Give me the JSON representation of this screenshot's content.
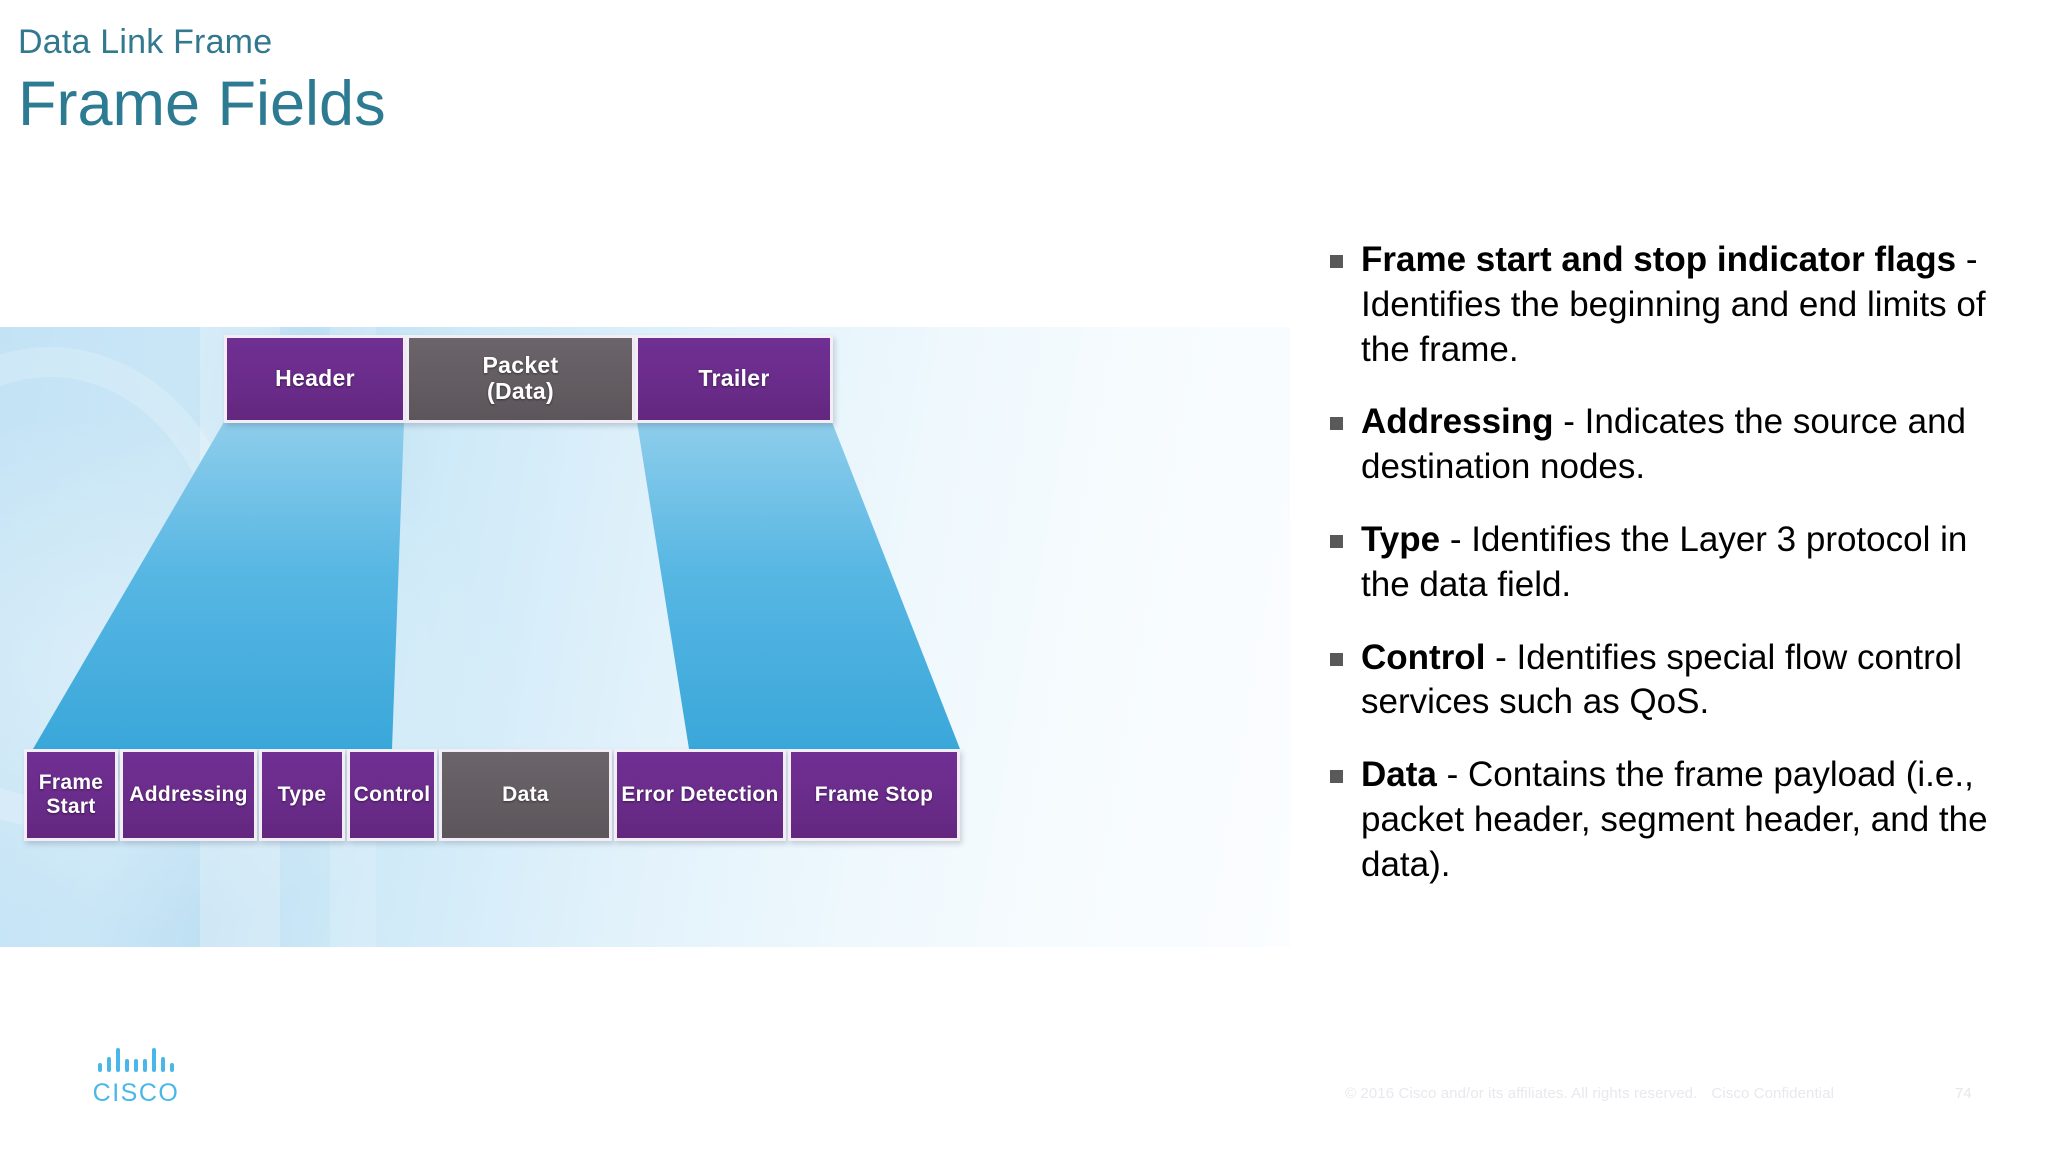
{
  "slide": {
    "eyebrow_title": "Data Link Frame",
    "title": "Frame Fields",
    "accent_color": "#2d7a93",
    "eyebrow_color": "#32788f"
  },
  "diagram": {
    "panel_background": "#c3e3f5",
    "purple": "#6a2c8a",
    "gray": "#635c61",
    "connector_blue": "#4fb3e0",
    "top_row": [
      {
        "label": "Header",
        "color": "purple"
      },
      {
        "label": "Packet\n(Data)",
        "label_line1": "Packet",
        "label_line2": "(Data)",
        "color": "gray"
      },
      {
        "label": "Trailer",
        "color": "purple"
      }
    ],
    "bottom_row": [
      {
        "label_line1": "Frame",
        "label_line2": "Start",
        "label": "Frame Start",
        "color": "purple"
      },
      {
        "label": "Addressing",
        "color": "purple"
      },
      {
        "label": "Type",
        "color": "purple"
      },
      {
        "label": "Control",
        "color": "purple"
      },
      {
        "label": "Data",
        "color": "gray"
      },
      {
        "label": "Error Detection",
        "color": "purple"
      },
      {
        "label": "Frame Stop",
        "color": "purple"
      }
    ]
  },
  "bullets": [
    {
      "lead": "Frame start and stop indicator flags",
      "rest": " - Identifies the beginning and end limits of the frame."
    },
    {
      "lead": "Addressing",
      "rest": " - Indicates the source and destination nodes."
    },
    {
      "lead": "Type",
      "rest": " - Identifies the Layer 3 protocol in the data field."
    },
    {
      "lead": "Control",
      "rest": " - Identifies special flow control services such as QoS."
    },
    {
      "lead": "Data",
      "rest": " - Contains the frame payload (i.e., packet header, segment header, and the data)."
    }
  ],
  "footer": {
    "logo_wordmark": "CISCO",
    "copyright": "© 2016  Cisco and/or its affiliates. All rights reserved.",
    "confidential": "Cisco Confidential",
    "page_number": "74"
  }
}
